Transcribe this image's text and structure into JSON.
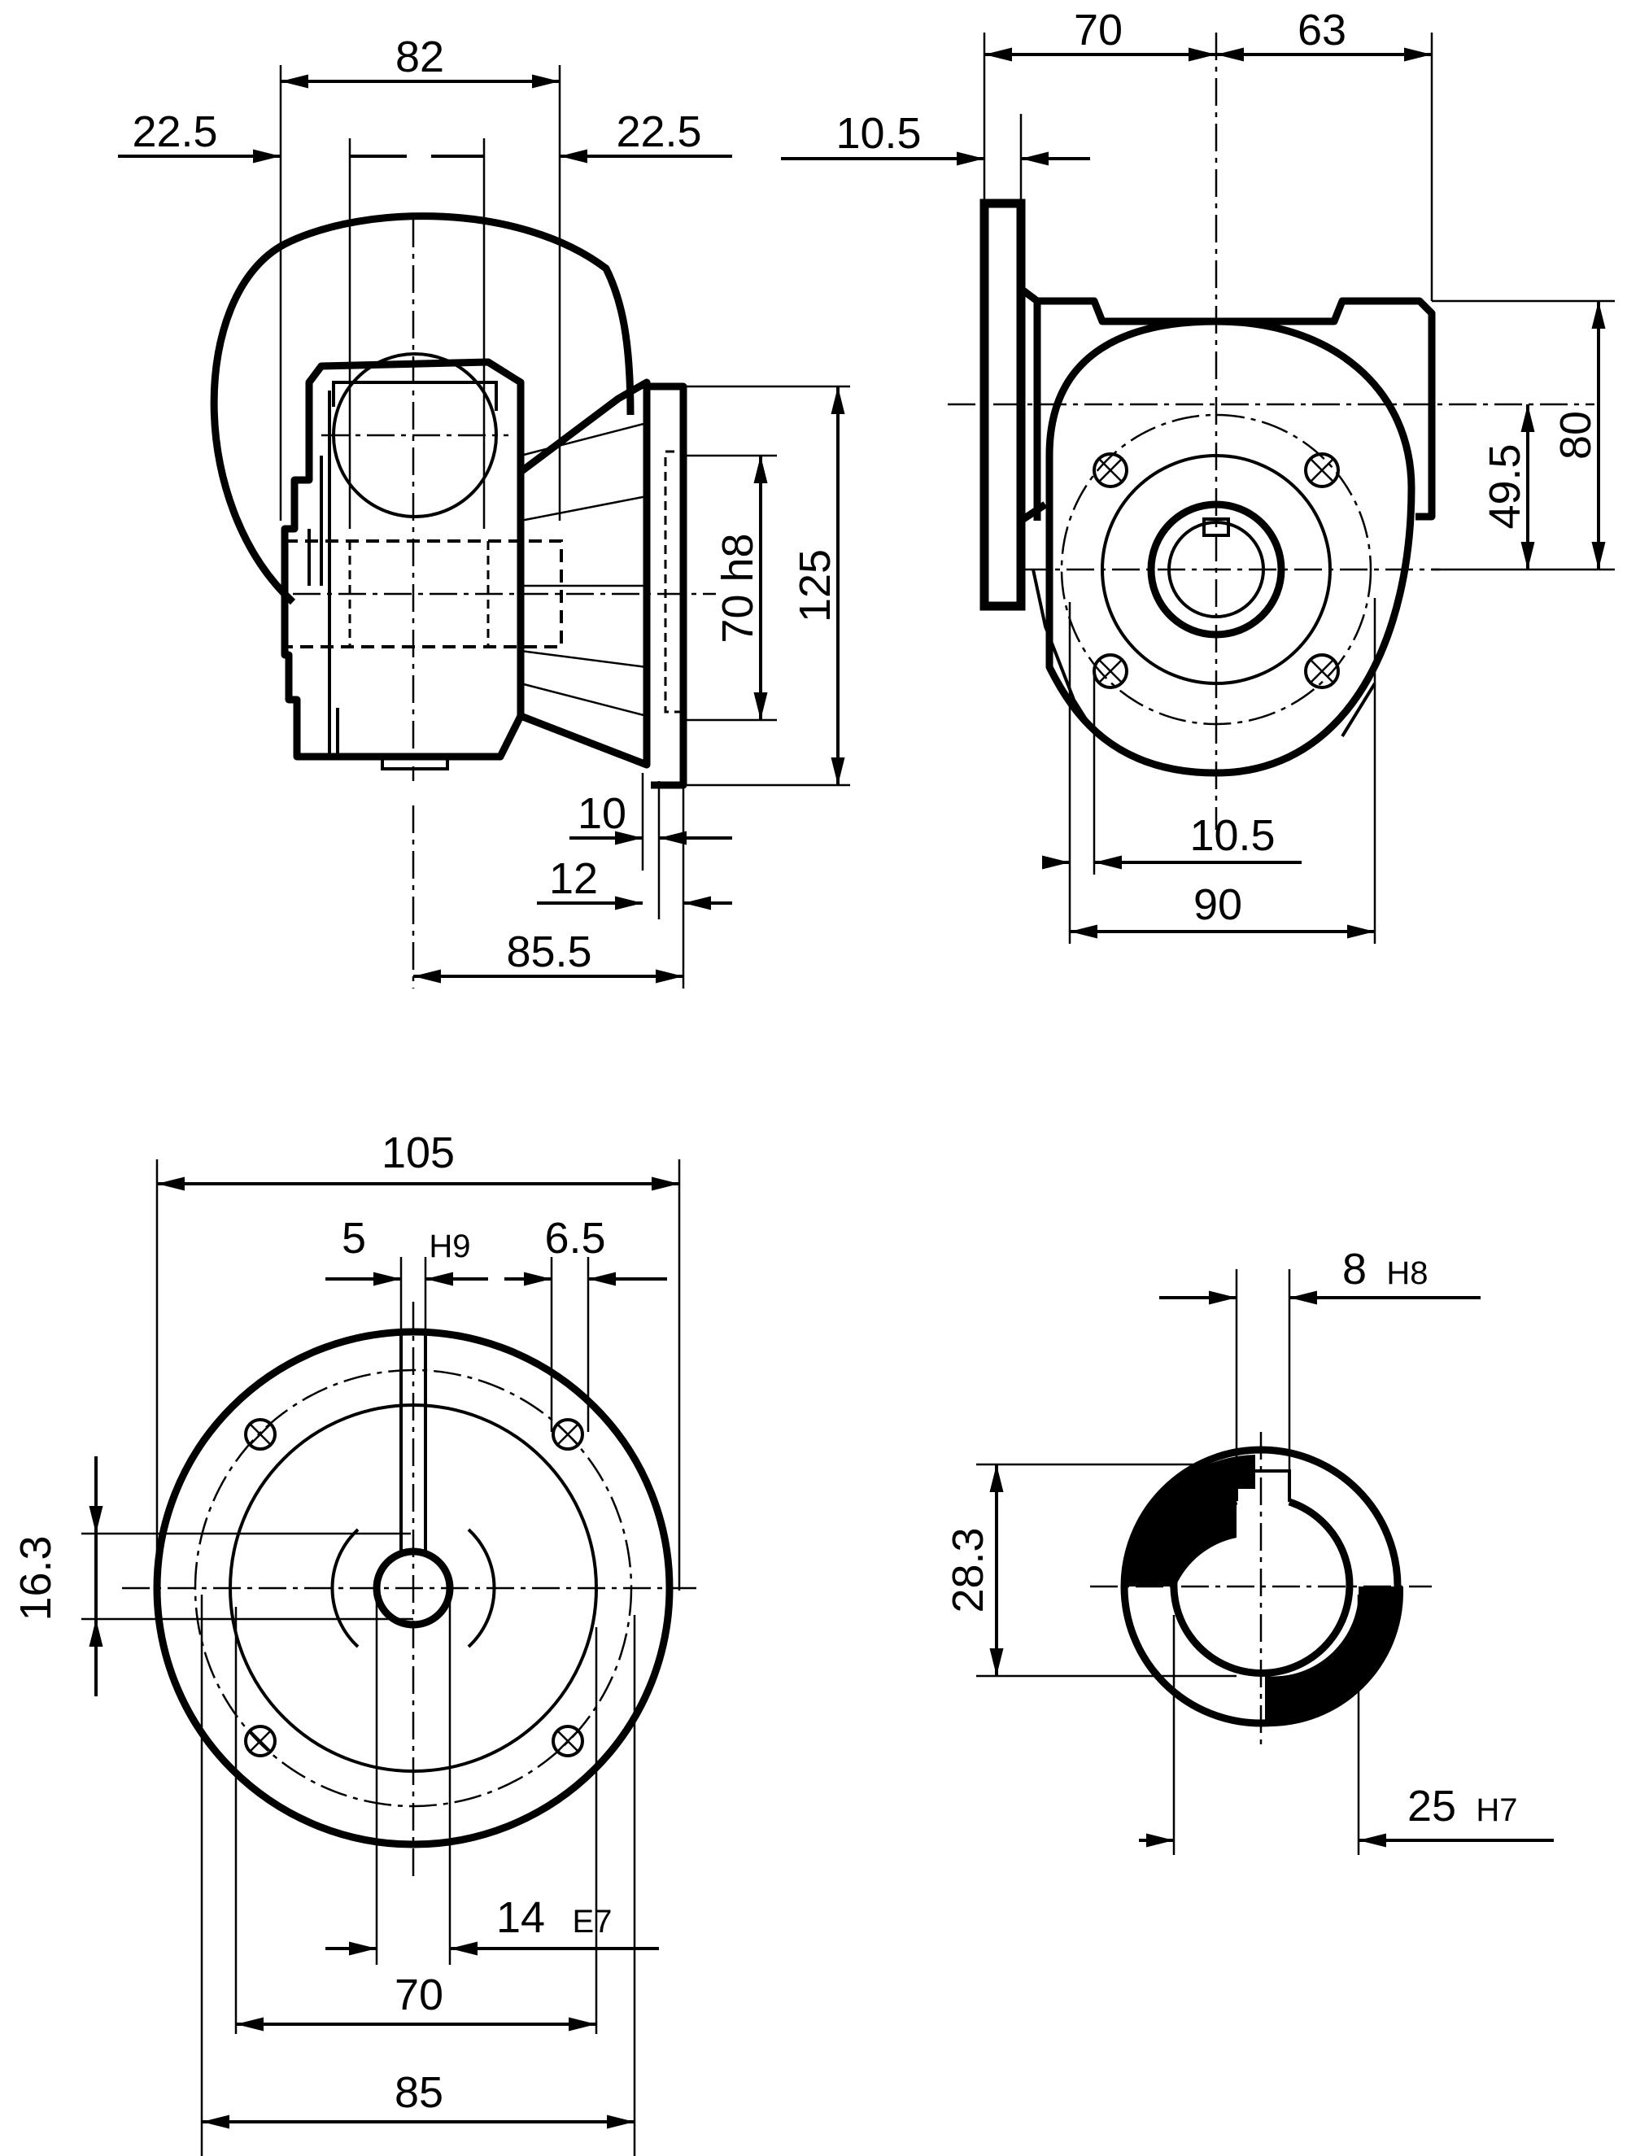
{
  "side_view": {
    "dim_width": "82",
    "dim_left_offset": "22.5",
    "dim_right_offset": "22.5",
    "dim_spigot": "70 h8",
    "dim_flange_height": "125",
    "dim_flange_thickness": "10",
    "dim_spigot_depth": "12",
    "dim_axis_to_flange": "85.5"
  },
  "front_view": {
    "dim_left_depth": "70",
    "dim_right_depth": "63",
    "dim_flange_thickness": "10.5",
    "dim_center_height": "49.5",
    "dim_housing_height": "80",
    "dim_foot_offset": "10.5",
    "dim_body_width": "90"
  },
  "flange_view": {
    "dim_flange_diameter": "105",
    "dim_key_width": "5",
    "dim_key_tolerance": "H9",
    "dim_hole_diameter": "6.5",
    "dim_key_height": "16.3",
    "dim_bore": "14",
    "dim_bore_tolerance": "E7",
    "dim_spigot_diameter": "70",
    "dim_pitch_circle": "85"
  },
  "hollow_shaft": {
    "dim_key_width": "8",
    "dim_key_tolerance": "H8",
    "dim_key_height": "28.3",
    "dim_bore": "25",
    "dim_bore_tolerance": "H7"
  }
}
